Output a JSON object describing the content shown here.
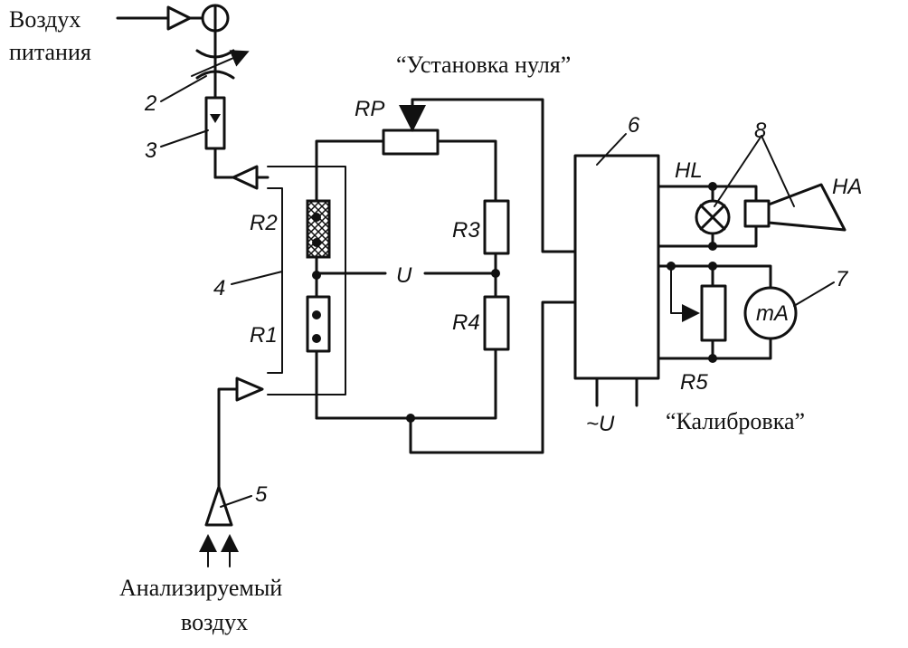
{
  "labels": {
    "supply_air_line1": "Воздух",
    "supply_air_line2": "питания",
    "zero_setting": "“Установка нуля”",
    "calibration": "“Калибровка”",
    "analyzed_air_line1": "Анализируемый",
    "analyzed_air_line2": "воздух",
    "voltage": "U",
    "ac_voltage": "~U"
  },
  "components": {
    "rp": "RP",
    "r1": "R1",
    "r2": "R2",
    "r3": "R3",
    "r4": "R4",
    "r5": "R5",
    "hl": "HL",
    "ha": "HA",
    "ma": "mA"
  },
  "callouts": {
    "n2": "2",
    "n3": "3",
    "n4": "4",
    "n5": "5",
    "n6": "6",
    "n7": "7",
    "n8": "8"
  }
}
